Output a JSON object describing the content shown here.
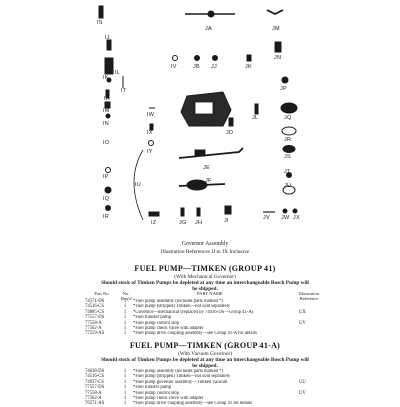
{
  "figure": {
    "labels": {
      "IS": "IS",
      "JA": "JA",
      "JM": "JM",
      "JN": "JN",
      "IJ": "IJ",
      "IK": "IK",
      "IL": "IL",
      "IT": "IT",
      "IV": "IV",
      "JB": "JB",
      "JJ": "JJ",
      "JK": "JK",
      "JP": "JP",
      "IH": "IH",
      "IM": "IM",
      "IN": "IN",
      "IW": "IW",
      "IX": "IX",
      "JC": "JC",
      "JD": "JD",
      "JL": "JL",
      "JQ": "JQ",
      "JR": "JR",
      "IO": "IO",
      "IY": "IY",
      "JE": "JE",
      "JS": "JS",
      "IP": "IP",
      "IU": "IU",
      "JT": "JT",
      "JF": "JF",
      "IQ": "IQ",
      "JU": "JU",
      "IZ": "IZ",
      "JG": "JG",
      "JH": "JH",
      "JI": "JI",
      "IR": "IR",
      "JV": "JV",
      "JW": "JW",
      "JX": "JX"
    }
  },
  "caption": {
    "title": "Governor Assembly",
    "subtitle": "Illustration References IJ to JX Inclusive"
  },
  "sections": [
    {
      "title": "FUEL PUMP—TIMKEN (GROUP 41)",
      "sub": "(With Mechanical Governor)",
      "note": "Should stock of Timken Pumps be depleted at any time an interchangeable Bosch Pump will be shipped.",
      "header": {
        "part_no": "Part No.",
        "qty": "No. Req'd",
        "name": "PART NAME",
        "ref": "Illustration Reference"
      },
      "rows": [
        {
          "no": "74571-DS",
          "qty": "1",
          "name": "*Fuel pump assembly (includes parts marked *)",
          "ref": ""
        },
        {
          "no": "74516-CS",
          "qty": "1",
          "name": "*Fuel pump (stripped) Timken—not sold separately",
          "ref": ""
        },
        {
          "no": "74885-CS",
          "qty": "1",
          "name": "*Governor—mechanical (replaced by 74936-DS—Group 41-A)",
          "ref": "UX"
        },
        {
          "no": "77557-DS",
          "qty": "1",
          "name": "*Fuel transfer pump",
          "ref": ""
        },
        {
          "no": "77558-A",
          "qty": "1",
          "name": "*Fuel pump control stop",
          "ref": "UV"
        },
        {
          "no": "77562-A",
          "qty": "1",
          "name": "*Fuel pump check valve with adapter",
          "ref": ""
        },
        {
          "no": "77559-AS",
          "qty": "1",
          "name": "*Fuel pump drive coupling assembly—see Group 41-A for details",
          "ref": ""
        }
      ]
    },
    {
      "title": "FUEL PUMP—TIMKEN (GROUP 41-A)",
      "sub": "(With Vacuum Governor)",
      "note": "Should stock of Timken Pumps be depleted at any time an interchangeable Bosch Pump will be shipped.",
      "rows": [
        {
          "no": "74638-DS",
          "qty": "1",
          "name": "*Fuel pump assembly (includes parts marked *)",
          "ref": ""
        },
        {
          "no": "74516-CS",
          "qty": "1",
          "name": "*Fuel pump (stripped) Timken—not sold separately",
          "ref": ""
        },
        {
          "no": "74937-CS",
          "qty": "1",
          "name": "*Fuel pump governor assembly—Timken vacuum",
          "ref": "UU"
        },
        {
          "no": "77557-DS",
          "qty": "1",
          "name": "*Fuel transfer pump",
          "ref": ""
        },
        {
          "no": "77558-A",
          "qty": "1",
          "name": "*Fuel pump control stop",
          "ref": "UV"
        },
        {
          "no": "77562-A",
          "qty": "1",
          "name": "*Fuel pump check valve with adapter",
          "ref": ""
        },
        {
          "no": "76571-AS",
          "qty": "1",
          "name": "*Fuel pump drive coupling assembly—see Group 41 for details",
          "ref": ""
        }
      ]
    }
  ]
}
